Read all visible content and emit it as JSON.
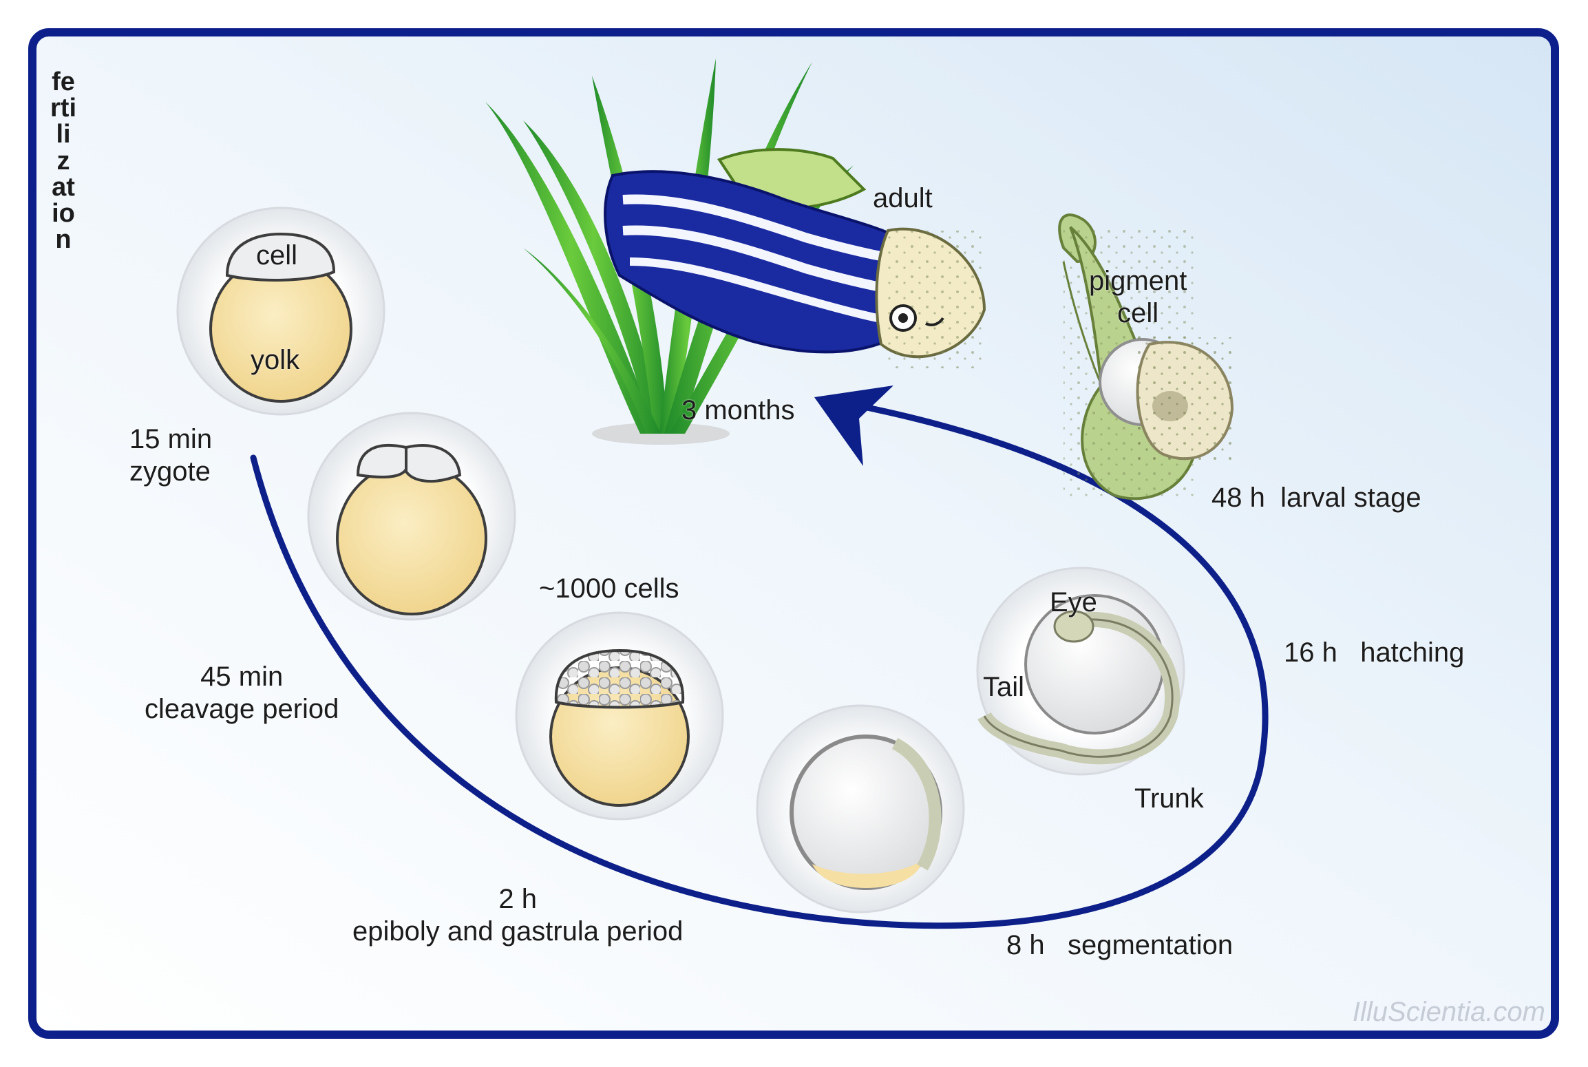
{
  "labels": {
    "fertilization": "fertilization",
    "adult": "adult",
    "pigment_cell": "pigment\ncell",
    "cell": "cell",
    "yolk": "yolk",
    "three_months": "3 months",
    "larval": "48 h  larval stage",
    "zygote": "15 min\nzygote",
    "thousand_cells": "~1000 cells",
    "eye": "Eye",
    "tail": "Tail",
    "trunk": "Trunk",
    "hatching": "16 h   hatching",
    "cleavage": "45 min\ncleavage period",
    "gastrula": "2 h\nepiboly and gastrula period",
    "segmentation": "8 h   segmentation",
    "watermark": "IlluScientia.com"
  },
  "colors": {
    "frame": "#0c1f8a",
    "arrow": "#0d1f88",
    "yolk": "#f6dfa2",
    "plant": "#3aa53a",
    "fish_stripe": "#1a2aa0",
    "larva": "#b9d28d"
  },
  "icons": [
    "zygote-egg-icon",
    "two-cell-egg-icon",
    "blastula-egg-icon",
    "gastrula-egg-icon",
    "segmentation-embryo-icon",
    "larva-icon",
    "adult-fish-icon",
    "plant-icon"
  ]
}
